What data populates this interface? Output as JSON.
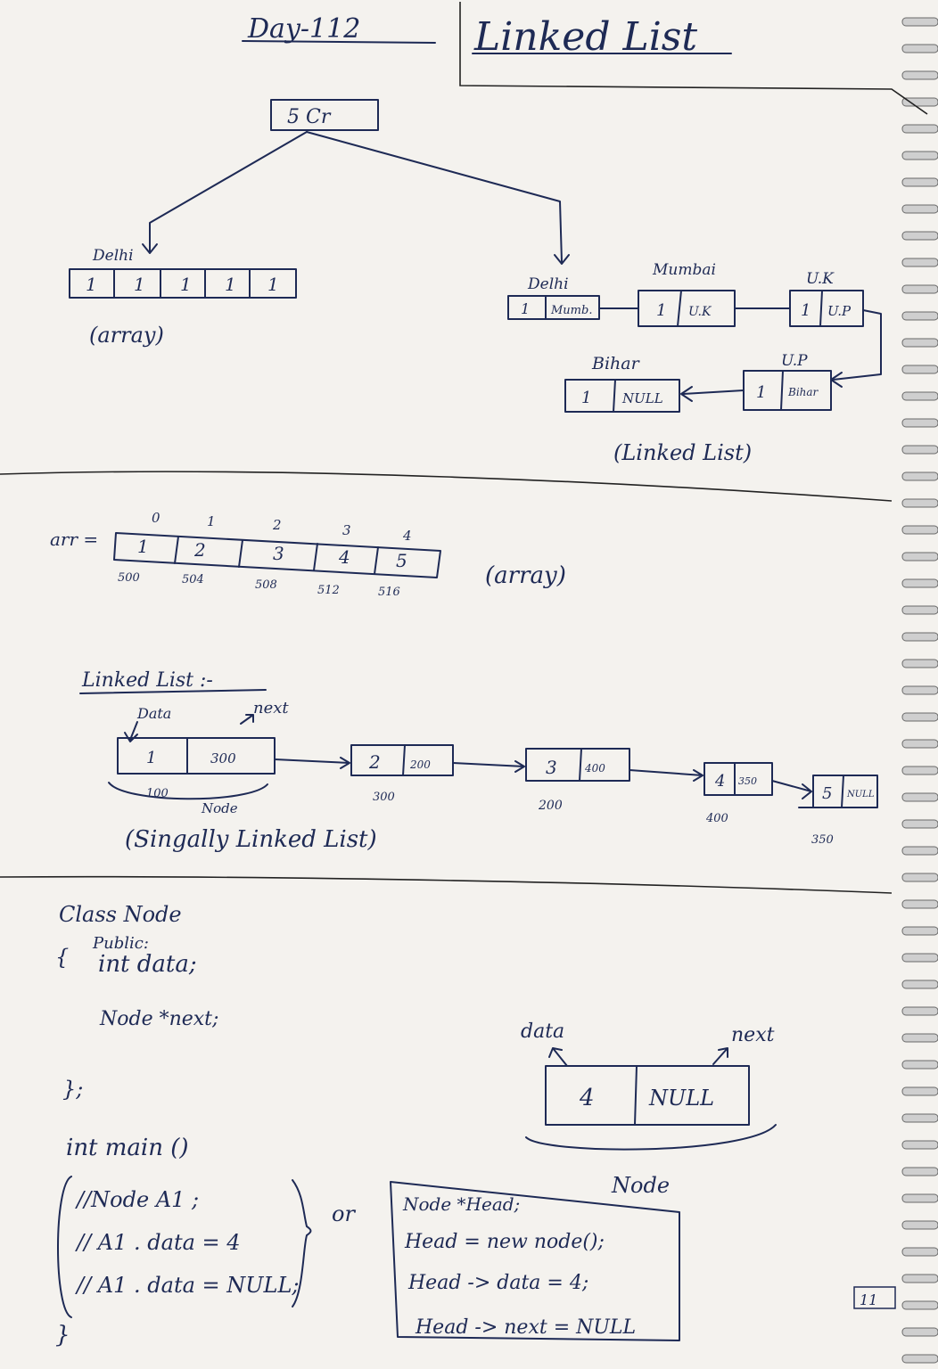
{
  "header": {
    "day": "Day-112",
    "topic": "Linked List"
  },
  "section1": {
    "root": "5 Cr",
    "array_label": "Delhi",
    "array_cells": [
      "1",
      "1",
      "1",
      "1",
      "1"
    ],
    "array_caption": "(array)",
    "nodes": [
      {
        "city": "Delhi",
        "data": "1",
        "next": "Mumb."
      },
      {
        "city": "Mumbai",
        "data": "1",
        "next": "U.K"
      },
      {
        "city": "U.K",
        "data": "1",
        "next": "U.P"
      },
      {
        "city": "U.P",
        "data": "1",
        "next": "Bihar"
      },
      {
        "city": "Bihar",
        "data": "1",
        "next": "NULL"
      }
    ],
    "ll_caption": "(Linked List)"
  },
  "section2": {
    "arr_label": "arr =",
    "indices": [
      "0",
      "1",
      "2",
      "3",
      "4"
    ],
    "values": [
      "1",
      "2",
      "3",
      "4",
      "5"
    ],
    "addresses": [
      "500",
      "504",
      "508",
      "512",
      "516"
    ],
    "caption": "(array)"
  },
  "section3": {
    "heading": "Linked List :-",
    "data_label": "Data",
    "next_label": "next",
    "nodes": [
      {
        "data": "1",
        "next": "300",
        "addr": "100"
      },
      {
        "data": "2",
        "next": "200",
        "addr": "300"
      },
      {
        "data": "3",
        "next": "400",
        "addr": "200"
      },
      {
        "data": "4",
        "next": "350",
        "addr": "400"
      },
      {
        "data": "5",
        "next": "NULL",
        "addr": "350"
      }
    ],
    "node_label": "Node",
    "caption": "(Singally Linked List)"
  },
  "section4": {
    "class_code": [
      "Class Node",
      "Public:",
      "int data;",
      "Node *next;",
      "};"
    ],
    "brace_open": "{",
    "main_sig": "int main ()",
    "main_lines": [
      "//Node A1 ;",
      "// A1 . data = 4",
      "// A1 . data = NULL;"
    ],
    "main_close": "}",
    "or_text": "or",
    "box_lines": [
      "Node *Head;",
      "Head = new node();",
      "Head -> data = 4;",
      "Head -> next = NULL"
    ],
    "diagram": {
      "data_label": "data",
      "next_label": "next",
      "data_value": "4",
      "next_value": "NULL",
      "node_label": "Node"
    },
    "page_number": "11"
  }
}
